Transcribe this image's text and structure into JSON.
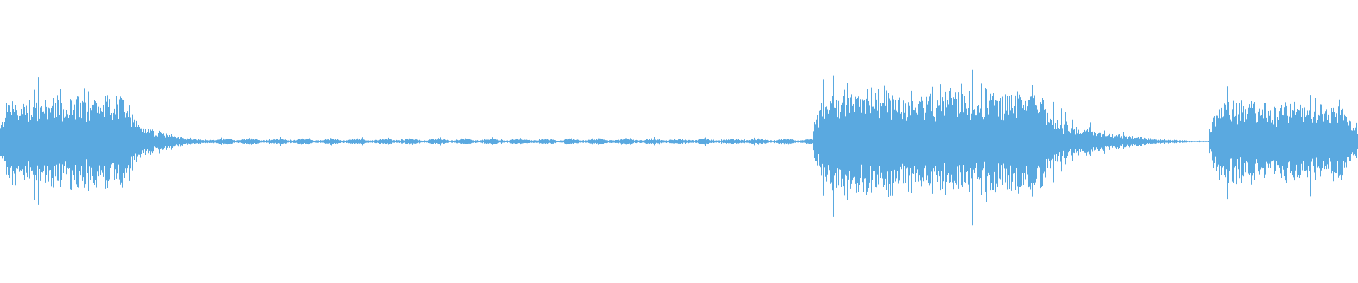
{
  "waveform": {
    "color": "#5aa9e0",
    "background": "#ffffff",
    "segments": [
      {
        "start": 0.0,
        "end": 0.105,
        "type": "burst",
        "level": 0.42
      },
      {
        "start": 0.105,
        "end": 0.16,
        "type": "decay",
        "level": 0.06
      },
      {
        "start": 0.16,
        "end": 0.598,
        "type": "quiet",
        "level": 0.02
      },
      {
        "start": 0.598,
        "end": 0.785,
        "type": "burst",
        "level": 0.48
      },
      {
        "start": 0.785,
        "end": 0.89,
        "type": "decay",
        "level": 0.03
      },
      {
        "start": 0.89,
        "end": 1.0,
        "type": "burst",
        "level": 0.36
      }
    ]
  }
}
